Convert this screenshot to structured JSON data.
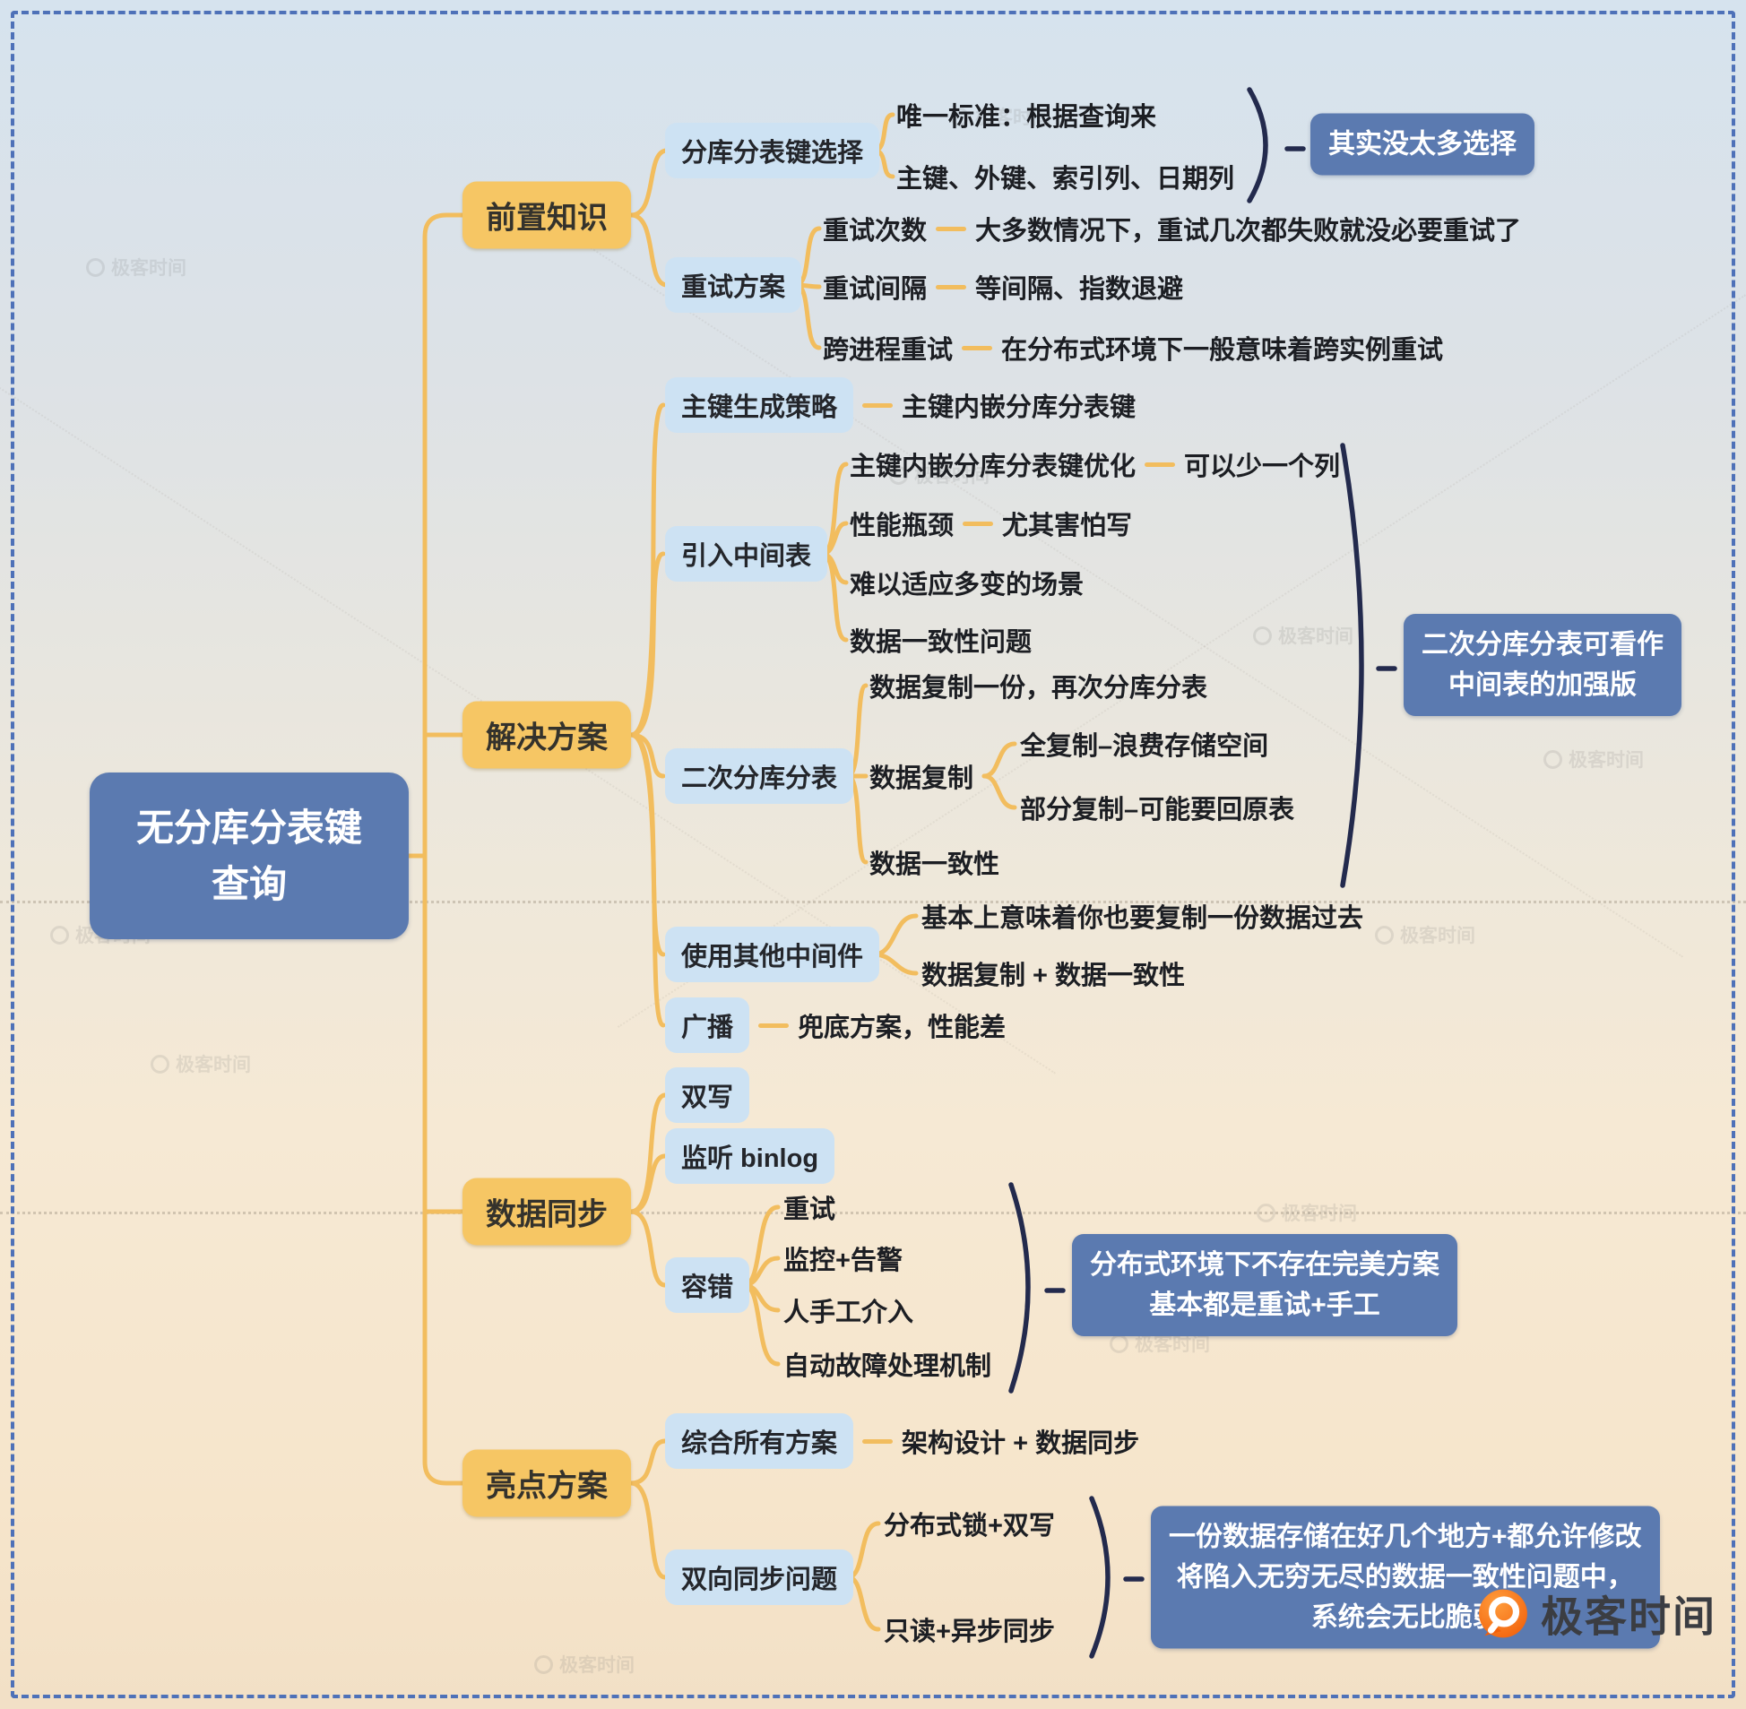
{
  "root": {
    "label": "无分库分表键\n查询"
  },
  "branches": [
    {
      "label": "前置知识",
      "children": [
        {
          "label": "分库分表键选择",
          "leaves": [
            "唯一标准：根据查询来",
            "主键、外键、索引列、日期列"
          ],
          "annotation": "其实没太多选择"
        },
        {
          "label": "重试方案",
          "rows": [
            {
              "label": "重试次数",
              "note": "大多数情况下，重试几次都失败就没必要重试了"
            },
            {
              "label": "重试间隔",
              "note": "等间隔、指数退避"
            },
            {
              "label": "跨进程重试",
              "note": "在分布式环境下一般意味着跨实例重试"
            }
          ]
        }
      ]
    },
    {
      "label": "解决方案",
      "children": [
        {
          "label": "主键生成策略",
          "note": "主键内嵌分库分表键"
        },
        {
          "label": "引入中间表",
          "rows": [
            {
              "label": "主键内嵌分库分表键优化",
              "note": "可以少一个列"
            },
            {
              "label": "性能瓶颈",
              "note": "尤其害怕写"
            },
            {
              "label": "难以适应多变的场景"
            },
            {
              "label": "数据一致性问题"
            }
          ]
        },
        {
          "label": "二次分库分表",
          "rows": [
            {
              "label": "数据复制一份，再次分库分表"
            },
            {
              "label": "数据复制",
              "subrows": [
                "全复制–浪费存储空间",
                "部分复制–可能要回原表"
              ]
            },
            {
              "label": "数据一致性"
            }
          ],
          "annotation": "二次分库分表可看作\n中间表的加强版"
        },
        {
          "label": "使用其他中间件",
          "rows": [
            {
              "label": "基本上意味着你也要复制一份数据过去"
            },
            {
              "label": "数据复制 + 数据一致性"
            }
          ]
        },
        {
          "label": "广播",
          "note": "兜底方案，性能差"
        }
      ]
    },
    {
      "label": "数据同步",
      "children": [
        {
          "label": "双写"
        },
        {
          "label": "监听 binlog"
        },
        {
          "label": "容错",
          "rows": [
            {
              "label": "重试"
            },
            {
              "label": "监控+告警"
            },
            {
              "label": "人手工介入"
            },
            {
              "label": "自动故障处理机制"
            }
          ],
          "annotation": "分布式环境下不存在完美方案\n基本都是重试+手工"
        }
      ]
    },
    {
      "label": "亮点方案",
      "children": [
        {
          "label": "综合所有方案",
          "note": "架构设计 + 数据同步"
        },
        {
          "label": "双向同步问题",
          "rows": [
            {
              "label": "分布式锁+双写"
            },
            {
              "label": "只读+异步同步"
            }
          ],
          "annotation": "一份数据存储在好几个地方+都允许修改\n将陷入无穷无尽的数据一致性问题中，\n系统会无比脆弱"
        }
      ]
    }
  ],
  "watermark": {
    "label": "极客时间"
  },
  "logo": {
    "label": "极客时间"
  },
  "colors": {
    "branch_yellow": "#f6c664",
    "topic_blue": "#cde2f3",
    "accent_blue": "#5b7ab0",
    "connector_yellow": "#f2bd5e",
    "brace_navy": "#232a4d",
    "logo_orange": "#f2600a",
    "border_blue": "#4e71b8"
  }
}
